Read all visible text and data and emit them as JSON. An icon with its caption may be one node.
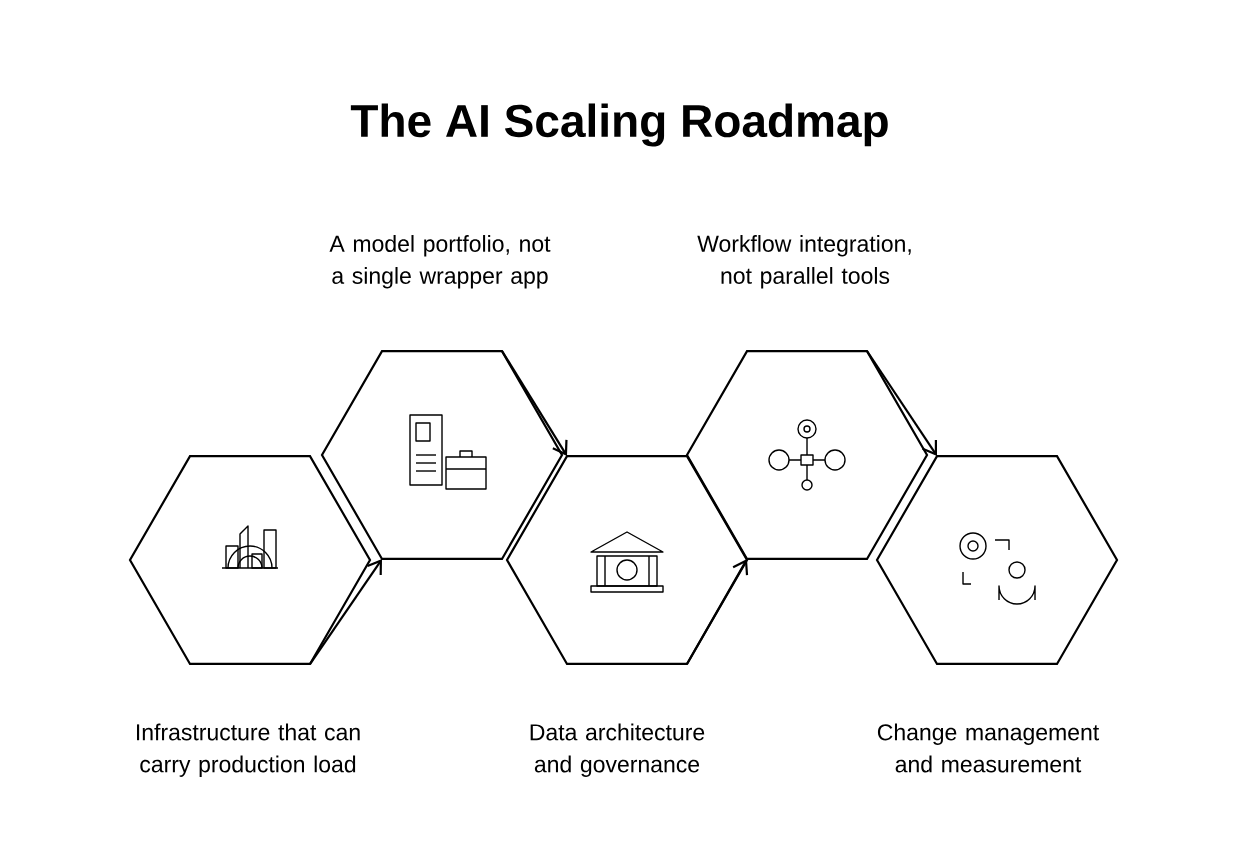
{
  "diagram": {
    "title": "The AI Scaling Roadmap",
    "nodes": [
      {
        "text": [
          "Infrastructure that can carry production load"
        ]
      },
      {
        "text": [
          "A model portfolio, not a single wrapper app"
        ]
      },
      {
        "text": [
          "Data architecture and governance"
        ]
      },
      {
        "text": [
          "Workflow integration, not parallel tools"
        ]
      },
      {
        "text": [
          "Change management and measurement"
        ]
      }
    ],
    "edges": [
      {
        "from": 0,
        "to": 1,
        "arrow": "to"
      },
      {
        "from": 1,
        "to": 2,
        "arrow": "to"
      },
      {
        "from": 2,
        "to": 3,
        "arrow": "to"
      },
      {
        "from": 3,
        "to": 4,
        "arrow": "to"
      }
    ]
  }
}
